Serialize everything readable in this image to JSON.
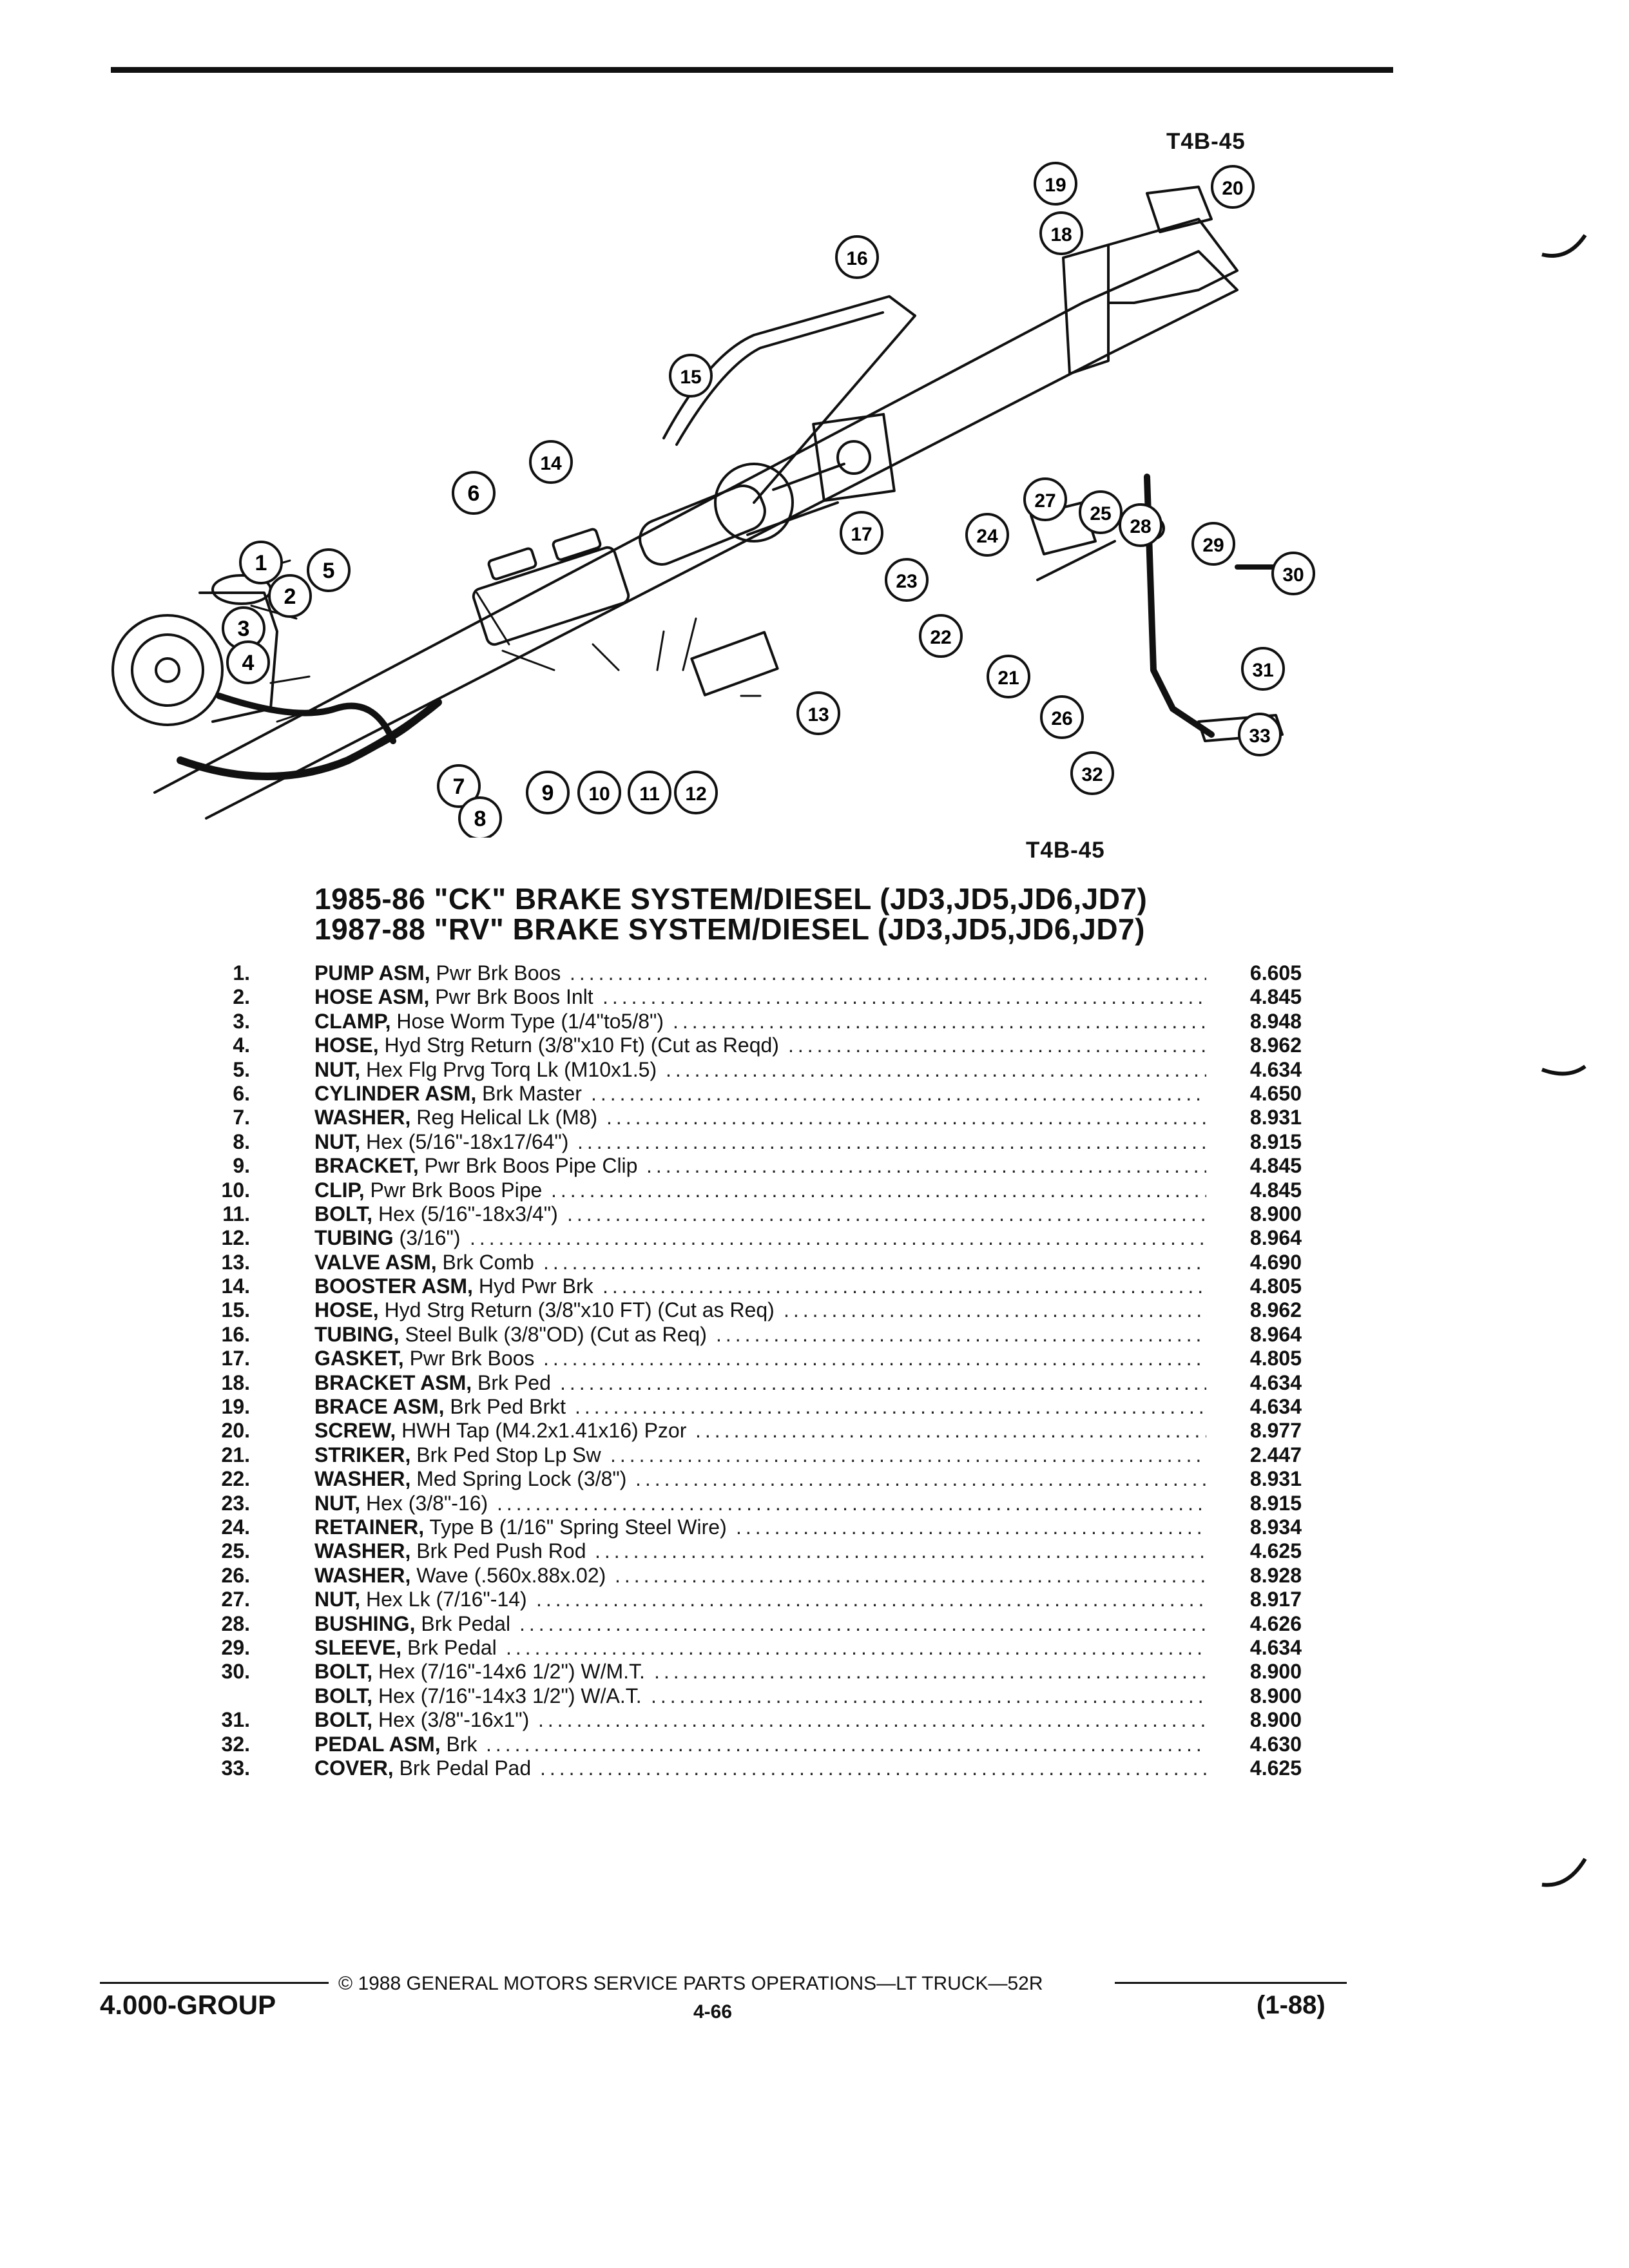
{
  "header": {
    "figure_code_top": "T4B-45",
    "figure_code_bottom": "T4B-45"
  },
  "diagram": {
    "callouts": [
      "1",
      "2",
      "3",
      "4",
      "5",
      "6",
      "7",
      "8",
      "9",
      "10",
      "11",
      "12",
      "13",
      "14",
      "15",
      "16",
      "17",
      "18",
      "19",
      "20",
      "21",
      "22",
      "23",
      "24",
      "25",
      "26",
      "27",
      "28",
      "29",
      "30",
      "31",
      "32",
      "33"
    ]
  },
  "titles": [
    "1985-86 \"CK\" BRAKE SYSTEM/DIESEL (JD3,JD5,JD6,JD7)",
    "1987-88 \"RV\" BRAKE SYSTEM/DIESEL (JD3,JD5,JD6,JD7)"
  ],
  "parts": [
    {
      "num": "1.",
      "name": "PUMP ASM,",
      "desc": " Pwr Brk Boos",
      "code": "6.605"
    },
    {
      "num": "2.",
      "name": "HOSE ASM,",
      "desc": " Pwr Brk Boos Inlt",
      "code": "4.845"
    },
    {
      "num": "3.",
      "name": "CLAMP,",
      "desc": " Hose Worm Type (1/4\"to5/8\")",
      "code": "8.948"
    },
    {
      "num": "4.",
      "name": "HOSE,",
      "desc": " Hyd Strg Return (3/8\"x10 Ft) (Cut as Reqd)",
      "code": "8.962"
    },
    {
      "num": "5.",
      "name": "NUT,",
      "desc": " Hex Flg Prvg Torq Lk (M10x1.5)",
      "code": "4.634"
    },
    {
      "num": "6.",
      "name": "CYLINDER ASM,",
      "desc": " Brk Master",
      "code": "4.650"
    },
    {
      "num": "7.",
      "name": "WASHER,",
      "desc": " Reg Helical Lk (M8)",
      "code": "8.931"
    },
    {
      "num": "8.",
      "name": "NUT,",
      "desc": " Hex (5/16\"-18x17/64\")",
      "code": "8.915"
    },
    {
      "num": "9.",
      "name": "BRACKET,",
      "desc": " Pwr Brk Boos Pipe Clip",
      "code": "4.845"
    },
    {
      "num": "10.",
      "name": "CLIP,",
      "desc": " Pwr Brk Boos Pipe",
      "code": "4.845"
    },
    {
      "num": "11.",
      "name": "BOLT,",
      "desc": " Hex (5/16\"-18x3/4\")",
      "code": "8.900"
    },
    {
      "num": "12.",
      "name": "TUBING",
      "desc": " (3/16\")",
      "code": "8.964"
    },
    {
      "num": "13.",
      "name": "VALVE ASM,",
      "desc": " Brk Comb",
      "code": "4.690"
    },
    {
      "num": "14.",
      "name": "BOOSTER ASM,",
      "desc": " Hyd Pwr Brk",
      "code": "4.805"
    },
    {
      "num": "15.",
      "name": "HOSE,",
      "desc": " Hyd Strg Return (3/8\"x10 FT) (Cut as Req)",
      "code": "8.962"
    },
    {
      "num": "16.",
      "name": "TUBING,",
      "desc": " Steel Bulk (3/8\"OD) (Cut as Req)",
      "code": "8.964"
    },
    {
      "num": "17.",
      "name": "GASKET,",
      "desc": " Pwr Brk Boos",
      "code": "4.805"
    },
    {
      "num": "18.",
      "name": "BRACKET ASM,",
      "desc": " Brk Ped",
      "code": "4.634"
    },
    {
      "num": "19.",
      "name": "BRACE ASM,",
      "desc": " Brk Ped Brkt",
      "code": "4.634"
    },
    {
      "num": "20.",
      "name": "SCREW,",
      "desc": " HWH Tap (M4.2x1.41x16) Pzor",
      "code": "8.977"
    },
    {
      "num": "21.",
      "name": "STRIKER,",
      "desc": " Brk Ped Stop Lp Sw",
      "code": "2.447"
    },
    {
      "num": "22.",
      "name": "WASHER,",
      "desc": " Med Spring Lock (3/8\")",
      "code": "8.931"
    },
    {
      "num": "23.",
      "name": "NUT,",
      "desc": " Hex (3/8\"-16)",
      "code": "8.915"
    },
    {
      "num": "24.",
      "name": "RETAINER,",
      "desc": " Type B (1/16\" Spring Steel Wire)",
      "code": "8.934"
    },
    {
      "num": "25.",
      "name": "WASHER,",
      "desc": " Brk Ped Push Rod",
      "code": "4.625"
    },
    {
      "num": "26.",
      "name": "WASHER,",
      "desc": " Wave (.560x.88x.02)",
      "code": "8.928"
    },
    {
      "num": "27.",
      "name": "NUT,",
      "desc": " Hex Lk (7/16\"-14)",
      "code": "8.917"
    },
    {
      "num": "28.",
      "name": "BUSHING,",
      "desc": " Brk Pedal",
      "code": "4.626"
    },
    {
      "num": "29.",
      "name": "SLEEVE,",
      "desc": " Brk Pedal",
      "code": "4.634"
    },
    {
      "num": "30.",
      "name": "BOLT,",
      "desc": " Hex (7/16\"-14x6 1/2\") W/M.T.",
      "code": "8.900"
    },
    {
      "num": "",
      "name": "BOLT,",
      "desc": " Hex (7/16\"-14x3 1/2\") W/A.T.",
      "code": "8.900"
    },
    {
      "num": "31.",
      "name": "BOLT,",
      "desc": " Hex (3/8\"-16x1\")",
      "code": "8.900"
    },
    {
      "num": "32.",
      "name": "PEDAL ASM,",
      "desc": " Brk",
      "code": "4.630"
    },
    {
      "num": "33.",
      "name": "COVER,",
      "desc": " Brk Pedal Pad",
      "code": "4.625"
    }
  ],
  "footer": {
    "copyright": "© 1988 GENERAL MOTORS SERVICE PARTS OPERATIONS—LT TRUCK—52R",
    "group": "4.000-GROUP",
    "page": "4-66",
    "date": "(1-88)"
  }
}
